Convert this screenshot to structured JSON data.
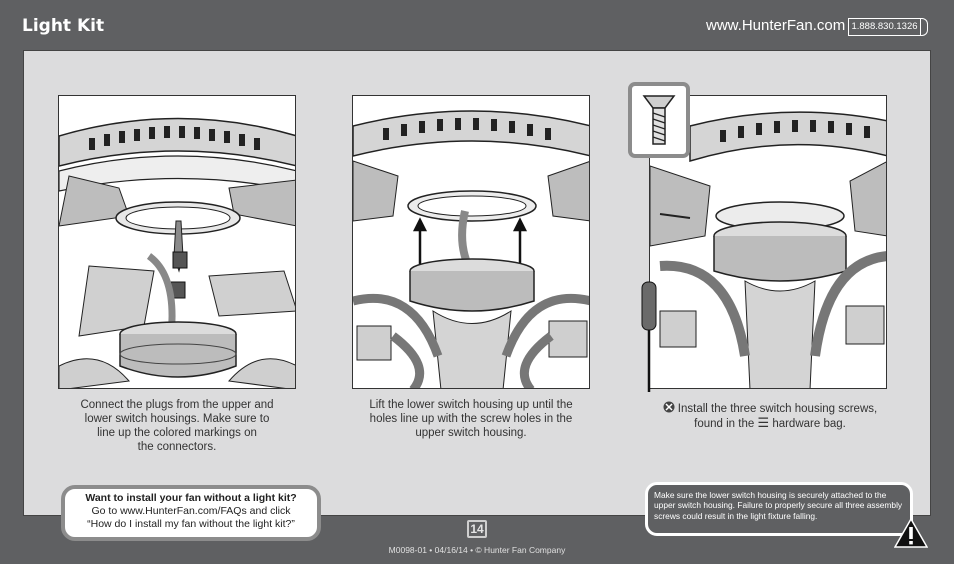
{
  "header": {
    "title": "Light Kit",
    "url": "www.HunterFan.com",
    "phone": "1.888.830.1326"
  },
  "steps": [
    {
      "caption_lines": [
        "Connect the plugs from the upper and",
        "lower switch housings. Make sure to",
        "line up the colored markings on",
        "the connectors."
      ]
    },
    {
      "caption_lines": [
        "Lift the lower switch housing up until the",
        "holes line up with the screw holes in the",
        "upper switch housing."
      ]
    },
    {
      "caption_line1": "Install the three switch housing screws,",
      "caption_line2_before": "found in the",
      "hardware_glyph": "☰",
      "caption_line2_after": "hardware bag.",
      "caption_icon": "screw-head-icon"
    }
  ],
  "faq": {
    "heading": "Want to install your fan without a light kit?",
    "line1": "Go to www.HunterFan.com/FAQs and click",
    "line2": "“How do I install my fan without the light kit?”"
  },
  "warning": {
    "text": "Make sure the lower switch housing is securely attached to the upper switch housing. Failure to properly secure all three assembly screws could result in the light fixture falling.",
    "icon": "warning-icon"
  },
  "footer": {
    "page_number": "14",
    "doc_info": "M0098-01 • 04/16/14 • © Hunter Fan Company"
  },
  "colors": {
    "page_background": "#5f6062",
    "panel_background": "#dcdcdd",
    "callout_border": "#8c8c8c",
    "text_white": "#ffffff"
  }
}
